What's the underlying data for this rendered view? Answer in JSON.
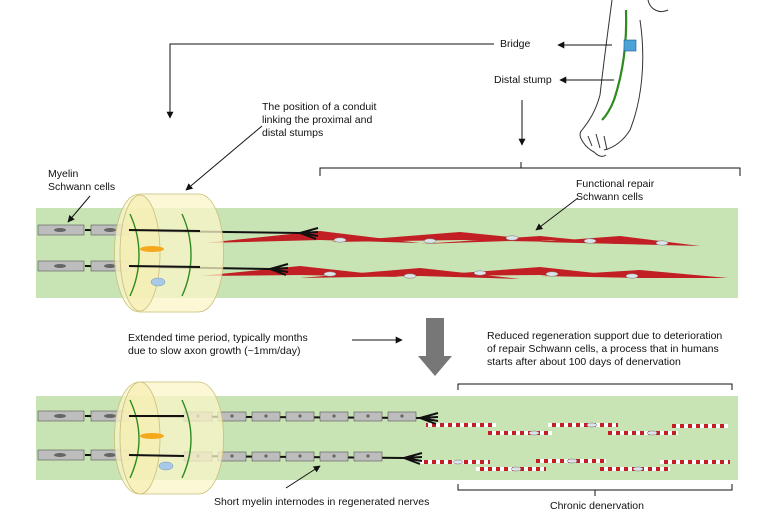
{
  "labels": {
    "bridge": "Bridge",
    "distal_stump": "Distal stump",
    "conduit_position": "The position of a conduit\nlinking the proximal and\ndistal stumps",
    "myelin_schwann": "Myelin\nSchwann cells",
    "functional_repair": "Functional repair\nSchwann cells",
    "extended_time": "Extended time period, typically months\ndue to slow axon growth (~1mm/day)",
    "reduced_support": "Reduced regeneration support due to deterioration\nof repair Schwann cells, a process that in humans\n starts after about 100 days of denervation",
    "short_internodes": "Short myelin internodes in regenerated nerves",
    "chronic_denervation": "Chronic denervation"
  },
  "colors": {
    "nerve_band": "#c8e3b4",
    "conduit": "#fbf6c8",
    "repair_cell": "#c11f24",
    "myelin": "#bdbdbd",
    "arrow_big": "#777777",
    "nerve_line": "#2f8a1f",
    "bridge_box": "#4ba3d6"
  }
}
